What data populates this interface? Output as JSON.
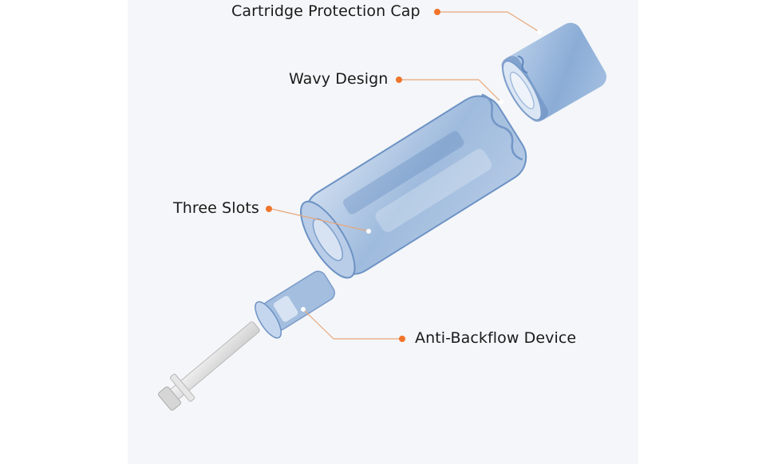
{
  "callouts": {
    "cap": {
      "text": "Cartridge Protection Cap"
    },
    "wavy": {
      "text": "Wavy Design"
    },
    "slots": {
      "text": "Three Slots"
    },
    "anti_backflow": {
      "text": "Anti-Backflow Device"
    }
  },
  "colors": {
    "accent": "#f0742a",
    "leader_line": "#e8a77a",
    "cartridge_blue": "#8fb0d8",
    "rod_gray": "#d9d9d9"
  },
  "icons": {
    "cartridge": "needle-cartridge-illustration"
  }
}
